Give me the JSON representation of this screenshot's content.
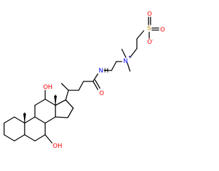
{
  "molecule": {
    "atoms": {
      "sulfur": "S",
      "oxygen_top": "O",
      "oxygen_right": "O",
      "oxygen_left": "O",
      "anion_charge": "-",
      "nitrogen_cation": "N",
      "cation_charge": "+",
      "amide_n": "N",
      "amide_h": "H",
      "amide_o": "O",
      "oh_o": "O",
      "oh_h": "H"
    },
    "colors": {
      "bond": "#000000",
      "oxygen": "#ff0000",
      "nitrogen": "#0000ff",
      "sulfur": "#b8860b",
      "hydrogen": "#000000"
    }
  }
}
